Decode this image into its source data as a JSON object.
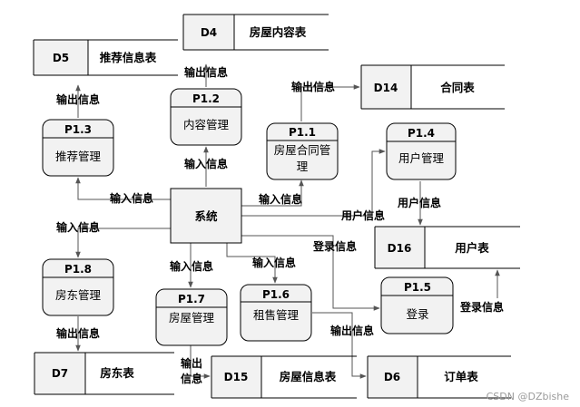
{
  "system": {
    "label": "系统"
  },
  "processes": {
    "p11": {
      "id": "P1.1",
      "name_lines": [
        "房屋合同管",
        "理"
      ]
    },
    "p12": {
      "id": "P1.2",
      "name_lines": [
        "内容管理"
      ]
    },
    "p13": {
      "id": "P1.3",
      "name_lines": [
        "推荐管理"
      ]
    },
    "p14": {
      "id": "P1.4",
      "name_lines": [
        "用户管理"
      ]
    },
    "p15": {
      "id": "P1.5",
      "name_lines": [
        "登录"
      ]
    },
    "p16": {
      "id": "P1.6",
      "name_lines": [
        "租售管理"
      ]
    },
    "p17": {
      "id": "P1.7",
      "name_lines": [
        "房屋管理"
      ]
    },
    "p18": {
      "id": "P1.8",
      "name_lines": [
        "房东管理"
      ]
    }
  },
  "stores": {
    "d4": {
      "id": "D4",
      "name": "房屋内容表"
    },
    "d5": {
      "id": "D5",
      "name": "推荐信息表"
    },
    "d14": {
      "id": "D14",
      "name": "合同表"
    },
    "d16": {
      "id": "D16",
      "name": "用户表"
    },
    "d7": {
      "id": "D7",
      "name": "房东表"
    },
    "d15": {
      "id": "D15",
      "name": "房屋信息表"
    },
    "d6": {
      "id": "D6",
      "name": "订单表"
    }
  },
  "flows": {
    "p12_to_d4": "输出信息",
    "p13_to_d5": "输出信息",
    "p11_to_d14": "输出信息",
    "sys_to_p12": "输入信息",
    "sys_to_p13": "输入信息",
    "sys_to_p11": "输入信息",
    "sys_to_p14": "用户信息",
    "p14_to_d16": "用户信息",
    "sys_to_p18": "输入信息",
    "sys_to_p15": "登录信息",
    "p15_to_d16": "登录信息",
    "sys_to_p17": "输入信息",
    "sys_to_p16": "输入信息",
    "p18_to_d7": "输出信息",
    "p17_to_d15_line1": "输出",
    "p17_to_d15_line2": "信息",
    "p16_to_d6": "输出信息"
  },
  "watermark": "CSDN @DZbishe"
}
